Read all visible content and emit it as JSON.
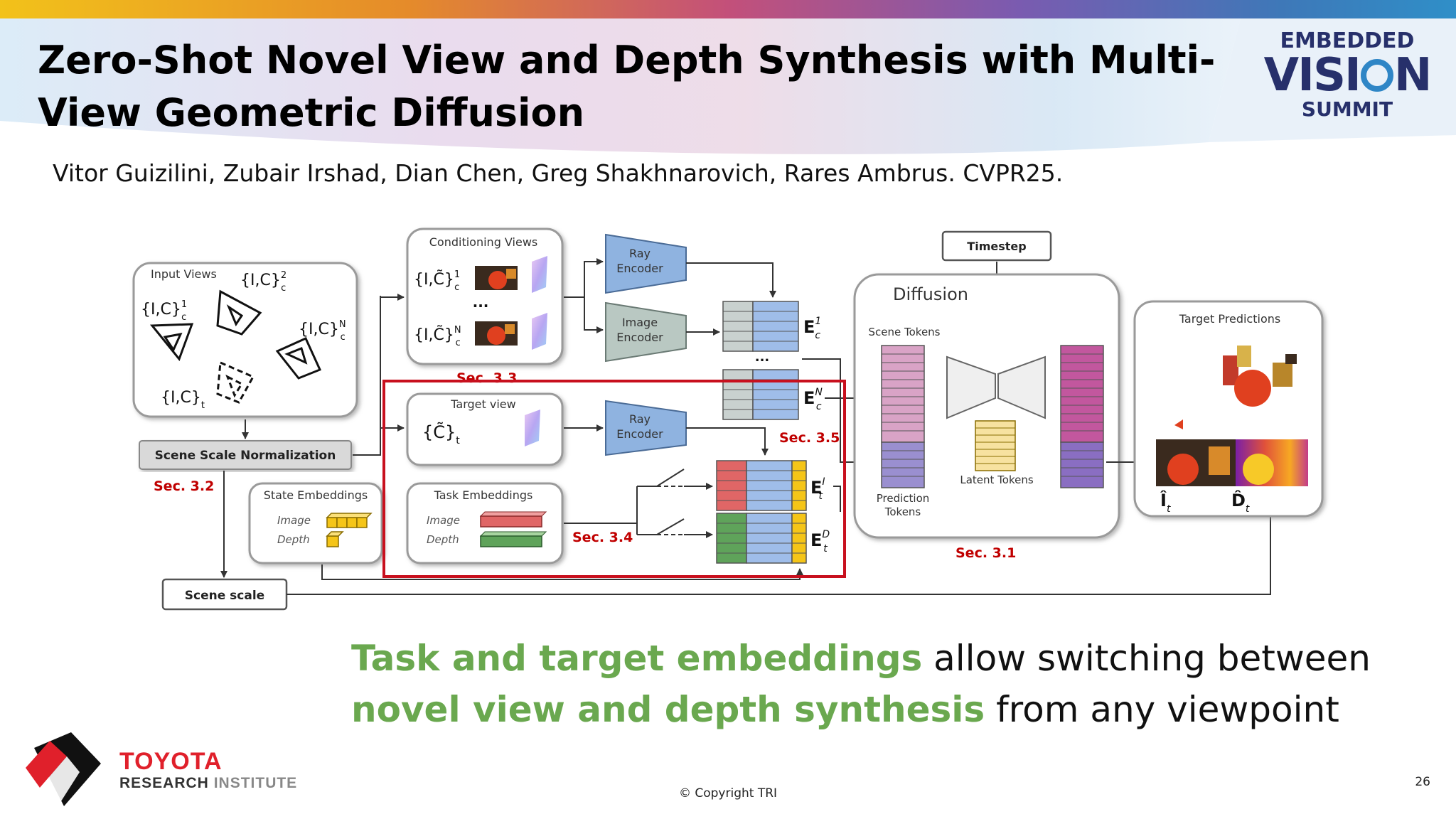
{
  "slide": {
    "title": "Zero-Shot Novel View and Depth Synthesis with Multi-View Geometric Diffusion",
    "authors": "Vitor Guizilini, Zubair Irshad, Dian Chen, Greg Shakhnarovich, Rares Ambrus. CVPR25.",
    "caption": {
      "hl1": "Task and target embeddings",
      "t1": " allow switching between ",
      "hl2": "novel view and depth synthesis",
      "t2": " from any viewpoint"
    },
    "copyright": "© Copyright TRI",
    "page_number": "26",
    "colors": {
      "highlight_green": "#6aa84f",
      "red_box": "#c8101e",
      "section_red": "#c00000"
    }
  },
  "logos": {
    "summit": {
      "line1": "EMBEDDED",
      "line2a": "VISI",
      "line2b": "N",
      "line3": "SUMMIT"
    },
    "tri": {
      "word": "TOYOTA",
      "sub1": "RESEARCH",
      "sub2": " INSTITUTE"
    }
  },
  "diagram": {
    "input_views": {
      "title": "Input Views",
      "labels": {
        "v1": "{I,C}",
        "v1sup": "1",
        "v1sub": "c",
        "v2": "{I,C}",
        "v2sup": "2",
        "v2sub": "c",
        "vn": "{I,C}",
        "vnsup": "N",
        "vnsub": "c",
        "vt": "{I,C}",
        "vtsub": "t"
      }
    },
    "scene_scale_norm": "Scene Scale Normalization",
    "scene_scale": "Scene scale",
    "state_embeddings": {
      "title": "State Embeddings",
      "image": "Image",
      "depth": "Depth"
    },
    "task_embeddings": {
      "title": "Task Embeddings",
      "image": "Image",
      "depth": "Depth"
    },
    "conditioning_views": {
      "title": "Conditioning Views",
      "dots": "...",
      "l1": "{I,C̃}",
      "l1sup": "1",
      "l1sub": "c",
      "ln": "{I,C̃}",
      "lnsup": "N",
      "lnsub": "c"
    },
    "target_view": {
      "title": "Target view",
      "label": "{C̃}",
      "sub": "t"
    },
    "encoders": {
      "ray1": [
        "Ray",
        "Encoder"
      ],
      "image": [
        "Image",
        "Encoder"
      ],
      "ray2": [
        "Ray",
        "Encoder"
      ]
    },
    "embeddings": {
      "e1": "E",
      "e1sup": "1",
      "e1sub": "c",
      "en": "E",
      "ensup": "N",
      "ensub": "c",
      "dots": "...",
      "ei": "E",
      "eisup": "I",
      "eisub": "t",
      "ed": "E",
      "edsup": "D",
      "edsub": "t"
    },
    "sections": {
      "s32": "Sec. 3.2",
      "s33": "Sec. 3.3",
      "s34": "Sec. 3.4",
      "s35": "Sec. 3.5",
      "s31": "Sec. 3.1"
    },
    "timestep": "Timestep",
    "diffusion": {
      "title": "Diffusion",
      "scene_tokens": "Scene Tokens",
      "latent_tokens": "Latent Tokens",
      "prediction_tokens_1": "Prediction",
      "prediction_tokens_2": "Tokens"
    },
    "target_predictions": {
      "title": "Target Predictions",
      "i_hat": "Î",
      "i_sub": "t",
      "d_hat": "D̂",
      "d_sub": "t"
    }
  }
}
